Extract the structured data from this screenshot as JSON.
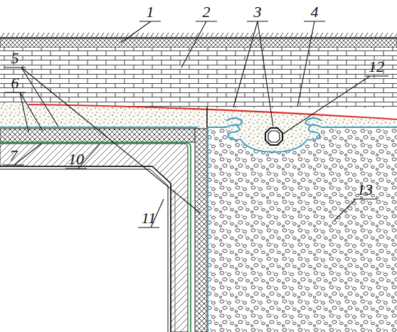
{
  "diagram": {
    "labels": [
      "1",
      "2",
      "3",
      "4",
      "12",
      "5",
      "6",
      "7",
      "10",
      "11",
      "13"
    ]
  }
}
